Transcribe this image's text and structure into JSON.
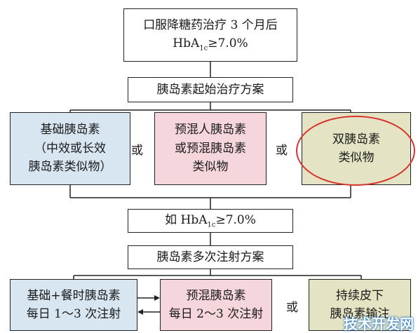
{
  "colors": {
    "blue": "#d8e6f1",
    "pink": "#f4d6dc",
    "olive": "#e4e3c3",
    "highlight": "#d7322b"
  },
  "top": {
    "line1": "口服降糖药治疗 3 个月后",
    "line2_main": "HbA",
    "line2_sub": "1c",
    "line2_rest": "≥7.0%"
  },
  "start": {
    "label": "胰岛素起始治疗方案"
  },
  "row1": {
    "basal": [
      "基础胰岛素",
      "（中效或长效",
      "胰岛素类似物）"
    ],
    "premix": [
      "预混人胰岛素",
      "或预混胰岛素",
      "类似物"
    ],
    "dual": [
      "双胰岛素",
      "类似物"
    ],
    "or1": "或",
    "or2": "或"
  },
  "mid": {
    "main": "如 HbA",
    "sub": "1c",
    "rest": "≥7.0%"
  },
  "multi": {
    "label": "胰岛素多次注射方案"
  },
  "row2": {
    "basal_bolus": [
      "基础+餐时胰岛素",
      "每日 1～3 次注射"
    ],
    "premix_multi": [
      "预混胰岛素",
      "每日 2～3 次注射"
    ],
    "pump": [
      "持续皮下",
      "胰岛素输注"
    ],
    "or": "或"
  },
  "watermark": "技术开发网"
}
